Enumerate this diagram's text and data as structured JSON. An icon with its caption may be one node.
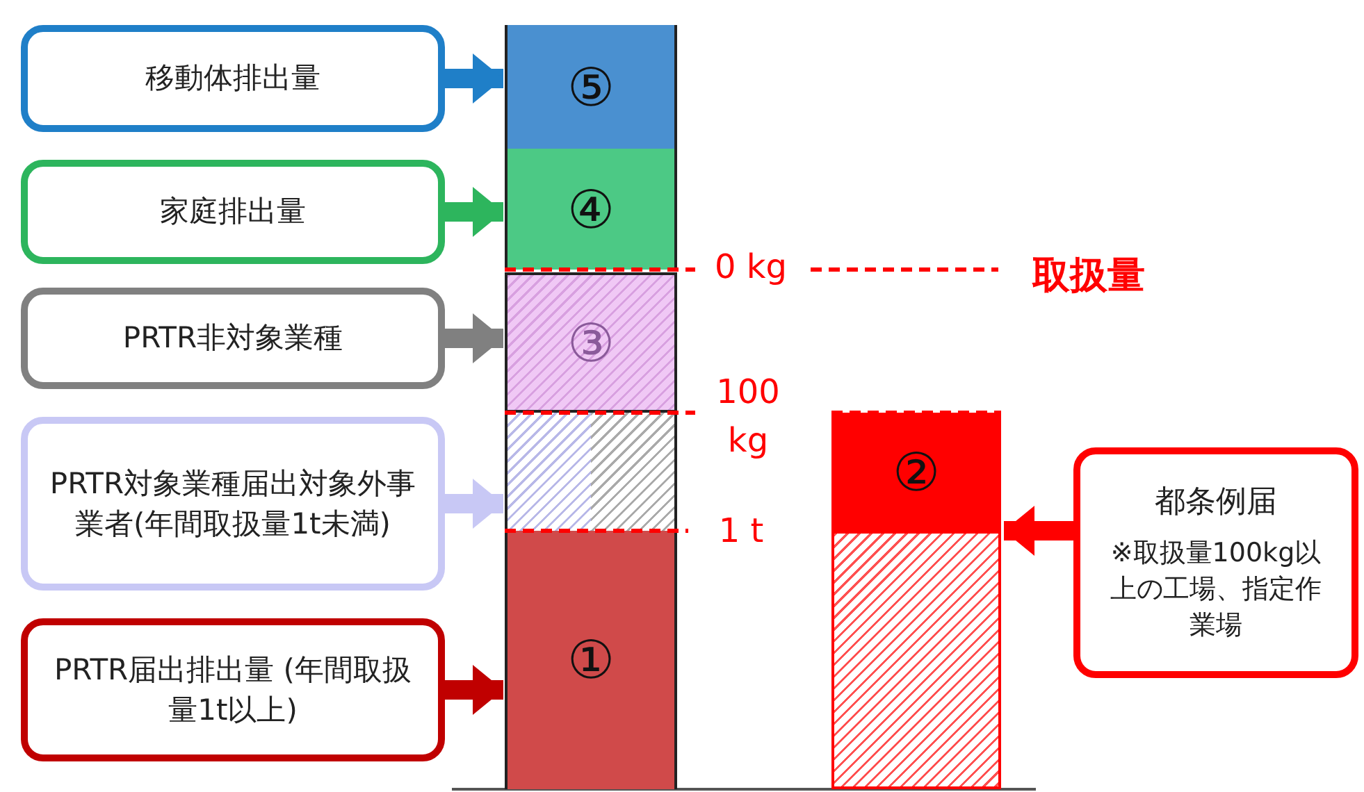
{
  "diagram": {
    "nodes": [
      {
        "text": [
          "移動体排出量"
        ]
      },
      {
        "text": [
          "⑤"
        ]
      },
      {
        "text": [
          "家庭排出量"
        ]
      },
      {
        "text": [
          "④"
        ]
      },
      {
        "text": [
          "PRTR非対象業種"
        ]
      },
      {
        "text": [
          "③"
        ]
      },
      {
        "text": [
          "PRTR対象業種届出対象外事業者(年間取扱量1t未満)"
        ]
      },
      {
        "text": [],
        "shape": "bar"
      },
      {
        "text": [
          "PRTR届出排出量 (年間取扱量1t以上)"
        ]
      },
      {
        "text": [
          "①"
        ]
      },
      {
        "text": [
          "②"
        ]
      },
      {
        "text": [],
        "shape": "bar"
      },
      {
        "text": [
          "都条例届",
          "※取扱量100kg以上の工場、指定作業場"
        ]
      }
    ],
    "edges": [
      {
        "from": 0,
        "to": 1,
        "arrow": "to",
        "color": "#1f7fc8"
      },
      {
        "from": 2,
        "to": 3,
        "arrow": "to",
        "color": "#2db55d"
      },
      {
        "from": 4,
        "to": 5,
        "arrow": "to",
        "color": "#808080"
      },
      {
        "from": 6,
        "to": 7,
        "arrow": "to",
        "color": "#c8c8f5"
      },
      {
        "from": 8,
        "to": 9,
        "arrow": "to",
        "color": "#c00000"
      },
      {
        "from": 12,
        "to": 10,
        "arrow": "to",
        "color": "#ff0000"
      }
    ],
    "labels": [
      "0 kg",
      "取扱量",
      "100 kg",
      "1 t"
    ]
  }
}
